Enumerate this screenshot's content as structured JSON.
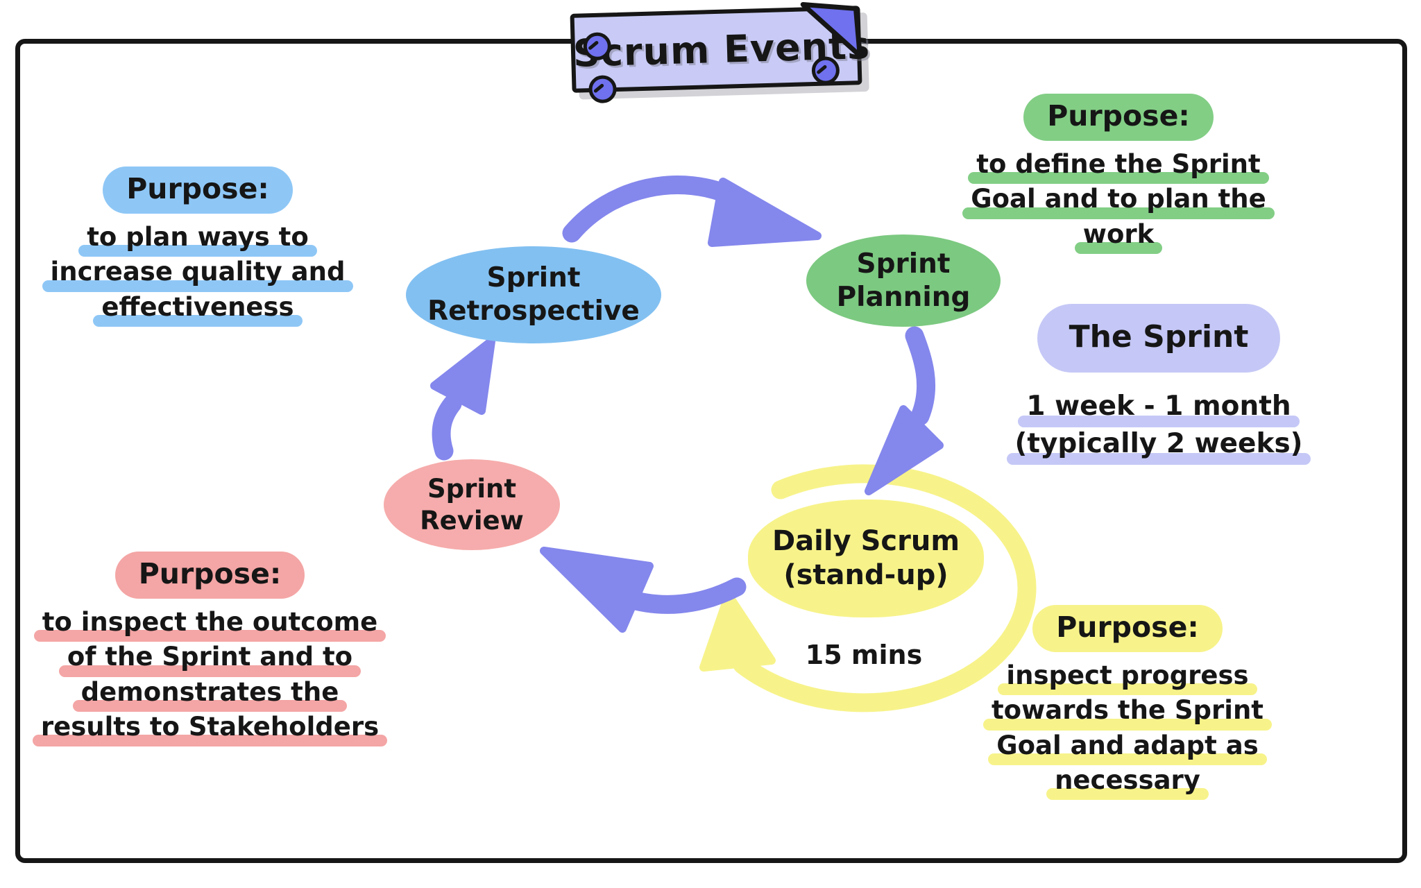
{
  "banner": {
    "title": "Scrum Events"
  },
  "cycle": {
    "retrospective": {
      "lines": [
        "Sprint",
        "Retrospective"
      ]
    },
    "planning": {
      "lines": [
        "Sprint",
        "Planning"
      ]
    },
    "review": {
      "lines": [
        "Sprint",
        "Review"
      ]
    },
    "daily": {
      "lines": [
        "Daily Scrum",
        "(stand-up)"
      ],
      "duration": "15 mins"
    }
  },
  "annotations": {
    "retrospective_purpose": {
      "heading": "Purpose:",
      "lines": [
        "to plan ways to",
        "increase quality and",
        "effectiveness"
      ]
    },
    "planning_purpose": {
      "heading": "Purpose:",
      "lines": [
        "to define the Sprint",
        "Goal and to plan the",
        "work"
      ]
    },
    "sprint_info": {
      "heading": "The Sprint",
      "lines": [
        "1 week - 1 month",
        "(typically 2 weeks)"
      ]
    },
    "review_purpose": {
      "heading": "Purpose:",
      "lines": [
        "to inspect the outcome",
        "of the Sprint and to",
        "demonstrates the",
        "results to Stakeholders"
      ]
    },
    "daily_purpose": {
      "heading": "Purpose:",
      "lines": [
        "inspect progress",
        "towards the Sprint",
        "Goal and adapt as",
        "necessary"
      ]
    }
  },
  "colors": {
    "ink": "#161616",
    "blue": "#82c0f1",
    "hlBlue": "#8ec7f6",
    "green": "#7cc981",
    "hlGreen": "#82ce85",
    "yellow": "#f7f38a",
    "pink": "#f6acac",
    "hlPink": "#f4a5a5",
    "lavender": "#c9cbf6",
    "lavBlob": "#c5c8f6",
    "lavenderDark": "#6f71ee",
    "purple": "#8487ec"
  }
}
